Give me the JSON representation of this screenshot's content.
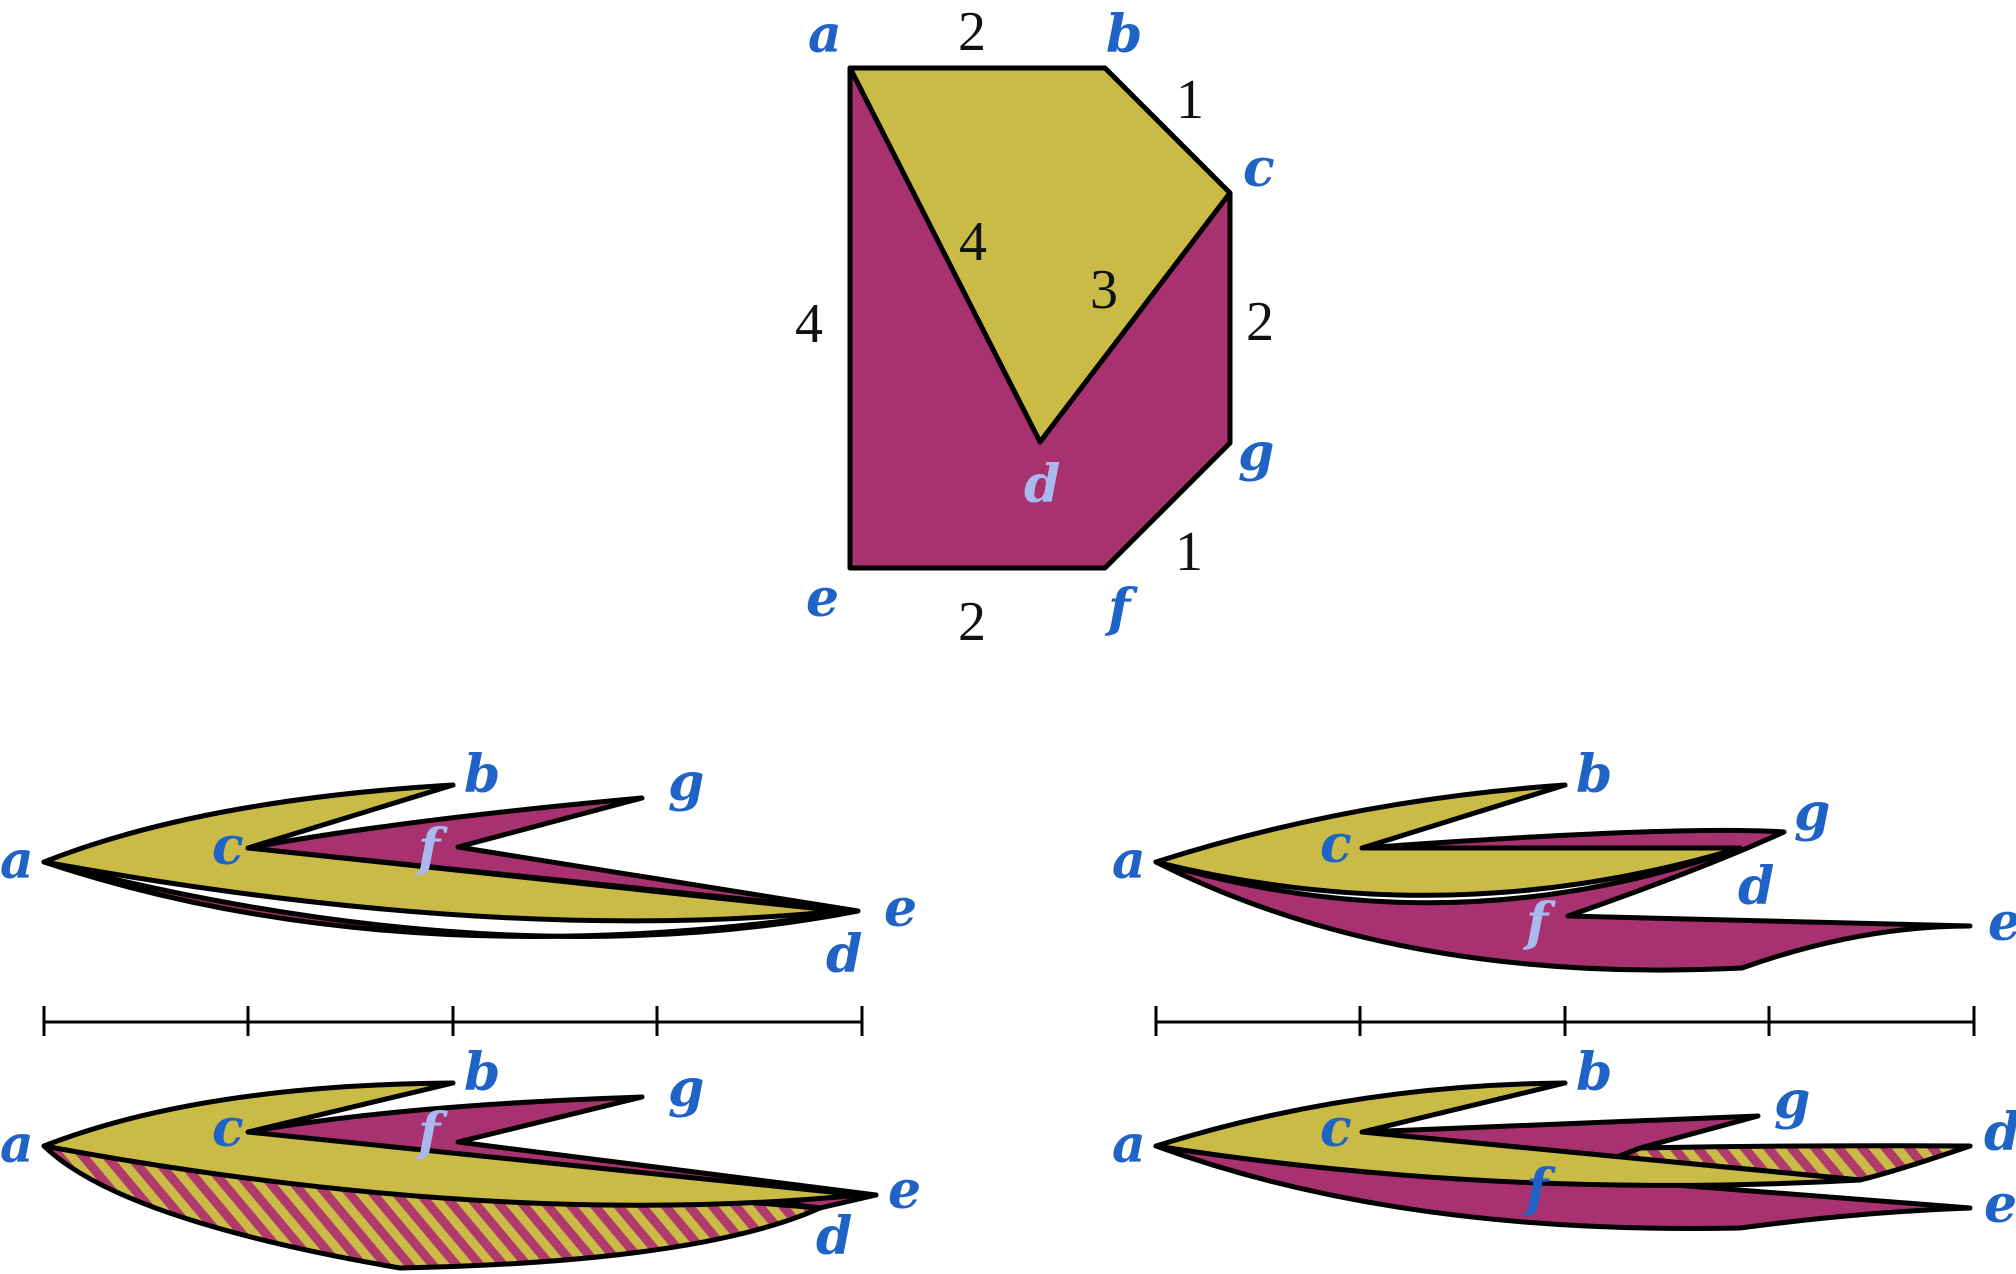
{
  "colors": {
    "olive": "#c9bb45",
    "magenta": "#a83270",
    "label_blue": "#1f63c6",
    "label_light": "#a9b9ee",
    "hatch_a": "#c9bb45",
    "hatch_b": "#b03a6c"
  },
  "polygon": {
    "vertices": {
      "a": "a",
      "b": "b",
      "c": "c",
      "d": "d",
      "e": "e",
      "f": "f",
      "g": "g"
    },
    "edges": {
      "ab": "2",
      "bc": "1",
      "cg": "2",
      "gf": "1",
      "fe": "2",
      "ea": "4",
      "ad": "4",
      "dc": "3"
    }
  },
  "fold_top_left": {
    "a": "a",
    "b": "b",
    "c": "c",
    "d": "d",
    "e": "e",
    "f": "f",
    "g": "g"
  },
  "fold_top_right": {
    "a": "a",
    "b": "b",
    "c": "c",
    "d": "d",
    "e": "e",
    "f": "f",
    "g": "g"
  },
  "fold_bottom_left": {
    "a": "a",
    "b": "b",
    "c": "c",
    "d": "d",
    "e": "e",
    "f": "f",
    "g": "g"
  },
  "fold_bottom_right": {
    "a": "a",
    "b": "b",
    "c": "c",
    "d": "d",
    "e": "e",
    "f": "f",
    "g": "g"
  },
  "rulers": {
    "tick_count": 5
  }
}
